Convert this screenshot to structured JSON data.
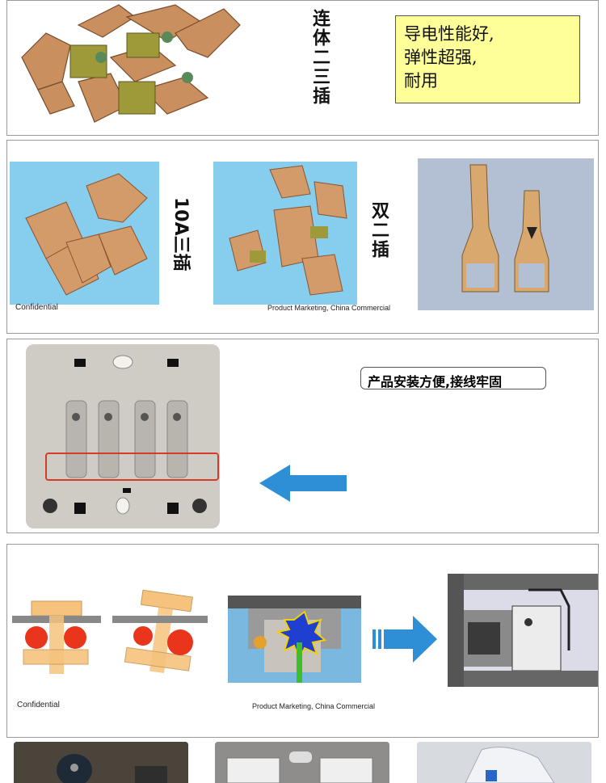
{
  "panel1": {
    "vertical_label": "连体二三插",
    "feature_note": {
      "lines": [
        "导电性能好,",
        "弹性超强,",
        "耐用"
      ]
    }
  },
  "panel2": {
    "label_10a": "10A三插",
    "label_double": "双二插",
    "confidential": "Confidential",
    "marketing": "Product Marketing, China Commercial"
  },
  "panel3": {
    "callout": "产品安装方便,接线牢固"
  },
  "panel4": {
    "confidential": "Confidential",
    "marketing": "Product Marketing, China Commercial"
  },
  "colors": {
    "copper": "#c98f5f",
    "sky_blue": "#7ec8ee",
    "arrow_blue": "#2e8fd6",
    "highlight_red": "#d83a2a",
    "note_yellow": "#ffff99",
    "plate_gray": "#cfccc6"
  }
}
